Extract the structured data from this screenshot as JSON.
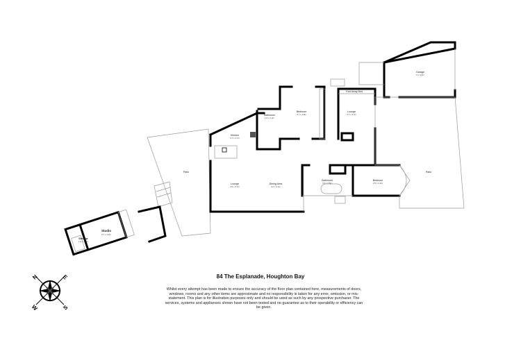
{
  "title": "84 The Esplanade, Houghton Bay",
  "disclaimer": "Whilst every attempt has been made to ensure the accuracy of the floor plan contained here, measurements of doors, windows, rooms and any other items are approximate and no responsibility is taken for any error, omission, or mis-statement. This plan is for illustration purposes only and should be used as such by any prospective purchaser. The services, systems and appliances shown have not been tested and no guarantee as to their operability or efficiency can be given.",
  "compass": {
    "n": "N",
    "e": "E",
    "s": "S",
    "w": "W"
  },
  "rooms": {
    "patio_left": {
      "name": "Patio"
    },
    "kitchen": {
      "name": "Kitchen",
      "dim": "3.7 x 3.7m"
    },
    "bathroom1": {
      "name": "Bathroom",
      "dim": "1.8 x 2.2m"
    },
    "bedroom1": {
      "name": "Bedroom",
      "dim": "3.7 x 4.8m"
    },
    "fold_away_bed": {
      "name": "Fold Away Bed"
    },
    "lounge_upper": {
      "name": "Lounge",
      "dim": "3.7 x 3.7m"
    },
    "garage": {
      "name": "Garage",
      "dim": "6 x 3.8m"
    },
    "lounge": {
      "name": "Lounge",
      "dim": "4.9 x 3.7m"
    },
    "dining": {
      "name": "Dining Area",
      "dim": "4.2 x 3.4m"
    },
    "bathroom2": {
      "name": "Bathroom",
      "dim": "3.0 x 2.8m"
    },
    "bedroom2": {
      "name": "Bedroom",
      "dim": "2.5 x 4.3m"
    },
    "patio_right": {
      "name": "Patio"
    },
    "studio": {
      "name": "Studio",
      "dim": "3.7 x 4.6m"
    },
    "storage": {
      "name": "Storage",
      "dim": "1.6 x 2.7m"
    }
  }
}
